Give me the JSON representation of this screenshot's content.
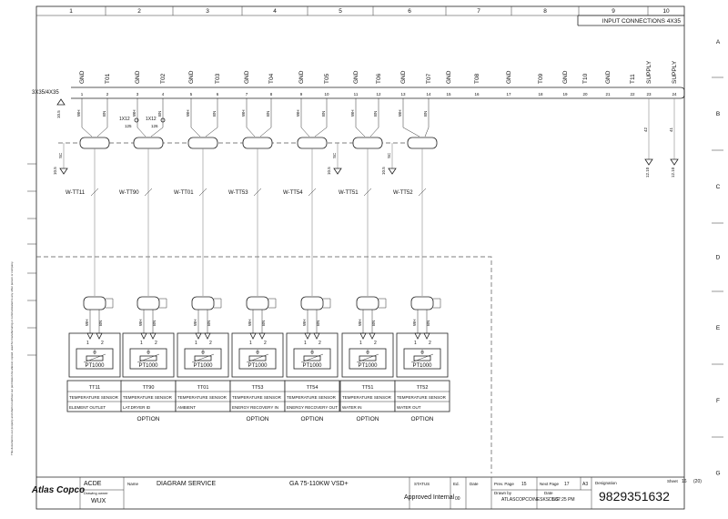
{
  "frame": {
    "columns": [
      "1",
      "2",
      "3",
      "4",
      "5",
      "6",
      "7",
      "8",
      "9",
      "10"
    ],
    "rows": [
      "A",
      "B",
      "C",
      "D",
      "E",
      "F",
      "G"
    ],
    "header_title": "INPUT CONNECTIONS 4X35"
  },
  "strip": {
    "label": "3X35/4X35",
    "terminals": [
      {
        "num": "1",
        "name": "GND"
      },
      {
        "num": "2",
        "name": "T01"
      },
      {
        "num": "3",
        "name": "GND"
      },
      {
        "num": "4",
        "name": "T02"
      },
      {
        "num": "5",
        "name": "GND"
      },
      {
        "num": "6",
        "name": "T03"
      },
      {
        "num": "7",
        "name": "GND"
      },
      {
        "num": "8",
        "name": "T04"
      },
      {
        "num": "9",
        "name": "GND"
      },
      {
        "num": "10",
        "name": "T05"
      },
      {
        "num": "11",
        "name": "GND"
      },
      {
        "num": "12",
        "name": "T06"
      },
      {
        "num": "14",
        "name": "T07"
      },
      {
        "num": "15",
        "name": "GND"
      },
      {
        "num": "16",
        "name": "T08"
      },
      {
        "num": "17",
        "name": "GND"
      },
      {
        "num": "18",
        "name": "T09"
      },
      {
        "num": "19",
        "name": "GND"
      },
      {
        "num": "20",
        "name": "T10"
      },
      {
        "num": "21",
        "name": "GND"
      },
      {
        "num": "22",
        "name": "T11"
      },
      {
        "num": "23",
        "name": "SUPPLY"
      },
      {
        "num": "24",
        "name": "SUPPLY"
      }
    ],
    "extra_num": "13",
    "extra_name": "GND"
  },
  "marks": {
    "wh": "WH",
    "bn": "BN",
    "sc": "SC",
    "ref_105": "10.5",
    "ref_1210": "12.10",
    "ref_42": "42",
    "ref_41": "41",
    "x12": "1X12",
    "p125": "125",
    "p126": "126"
  },
  "sensors": [
    {
      "cable": "W-TT11",
      "tag": "TT11",
      "line1": "TEMPERATURE SENSOR",
      "line2": "ELEMENT OUTLET"
    },
    {
      "cable": "W-TT90",
      "tag": "TT90",
      "line1": "TEMPERATURE SENSOR",
      "line2": "LAT.DRYER ID",
      "option": "OPTION"
    },
    {
      "cable": "W-TT01",
      "tag": "TT01",
      "line1": "TEMPERATURE SENSOR",
      "line2": "AMBIENT"
    },
    {
      "cable": "W-TT53",
      "tag": "TT53",
      "line1": "TEMPERATURE SENSOR",
      "line2": "ENERGY RECOVERY IN",
      "option": "OPTION"
    },
    {
      "cable": "W-TT54",
      "tag": "TT54",
      "line1": "TEMPERATURE SENSOR",
      "line2": "ENERGY RECOVERY OUT",
      "option": "OPTION"
    },
    {
      "cable": "W-TT51",
      "tag": "TT51",
      "line1": "TEMPERATURE SENSOR",
      "line2": "WATER IN",
      "option": "OPTION"
    },
    {
      "cable": "W-TT52",
      "tag": "TT52",
      "line1": "TEMPERATURE SENSOR",
      "line2": "WATER OUT",
      "option": "OPTION"
    }
  ],
  "sensor_common": {
    "theta": "θ",
    "pin1": "1",
    "pin2": "2",
    "element": "PT1000"
  },
  "title_block": {
    "logo": "Atlas Copco",
    "company": "ACDE",
    "owner_label": "Drawing owner",
    "owner": "WUX",
    "name_label": "Name",
    "name": "DIAGRAM SERVICE",
    "product": "GA 75-110KW VSD+",
    "status_label": "STATUS",
    "status": "Approved Internal",
    "ed_label": "Ed.",
    "ed": "00",
    "date_label": "Date",
    "prev_label": "Prev. Page",
    "prev": "15",
    "next_label": "Next Page",
    "next": "17",
    "size": "A3",
    "drawn_label": "Drawn by",
    "drawn": "ATLASCOPCO\\NESKSDSG",
    "date2_label": "Date",
    "date2": "1:37:25 PM",
    "designation_label": "Designation",
    "designation": "9829351632",
    "sheet_label": "Sheet",
    "sheet": "16",
    "sheet_total": "(20)",
    "side_note": "This document is our property and shall not without our permission be altered, copied, used for manufacturing or communicated to any other person or company."
  }
}
